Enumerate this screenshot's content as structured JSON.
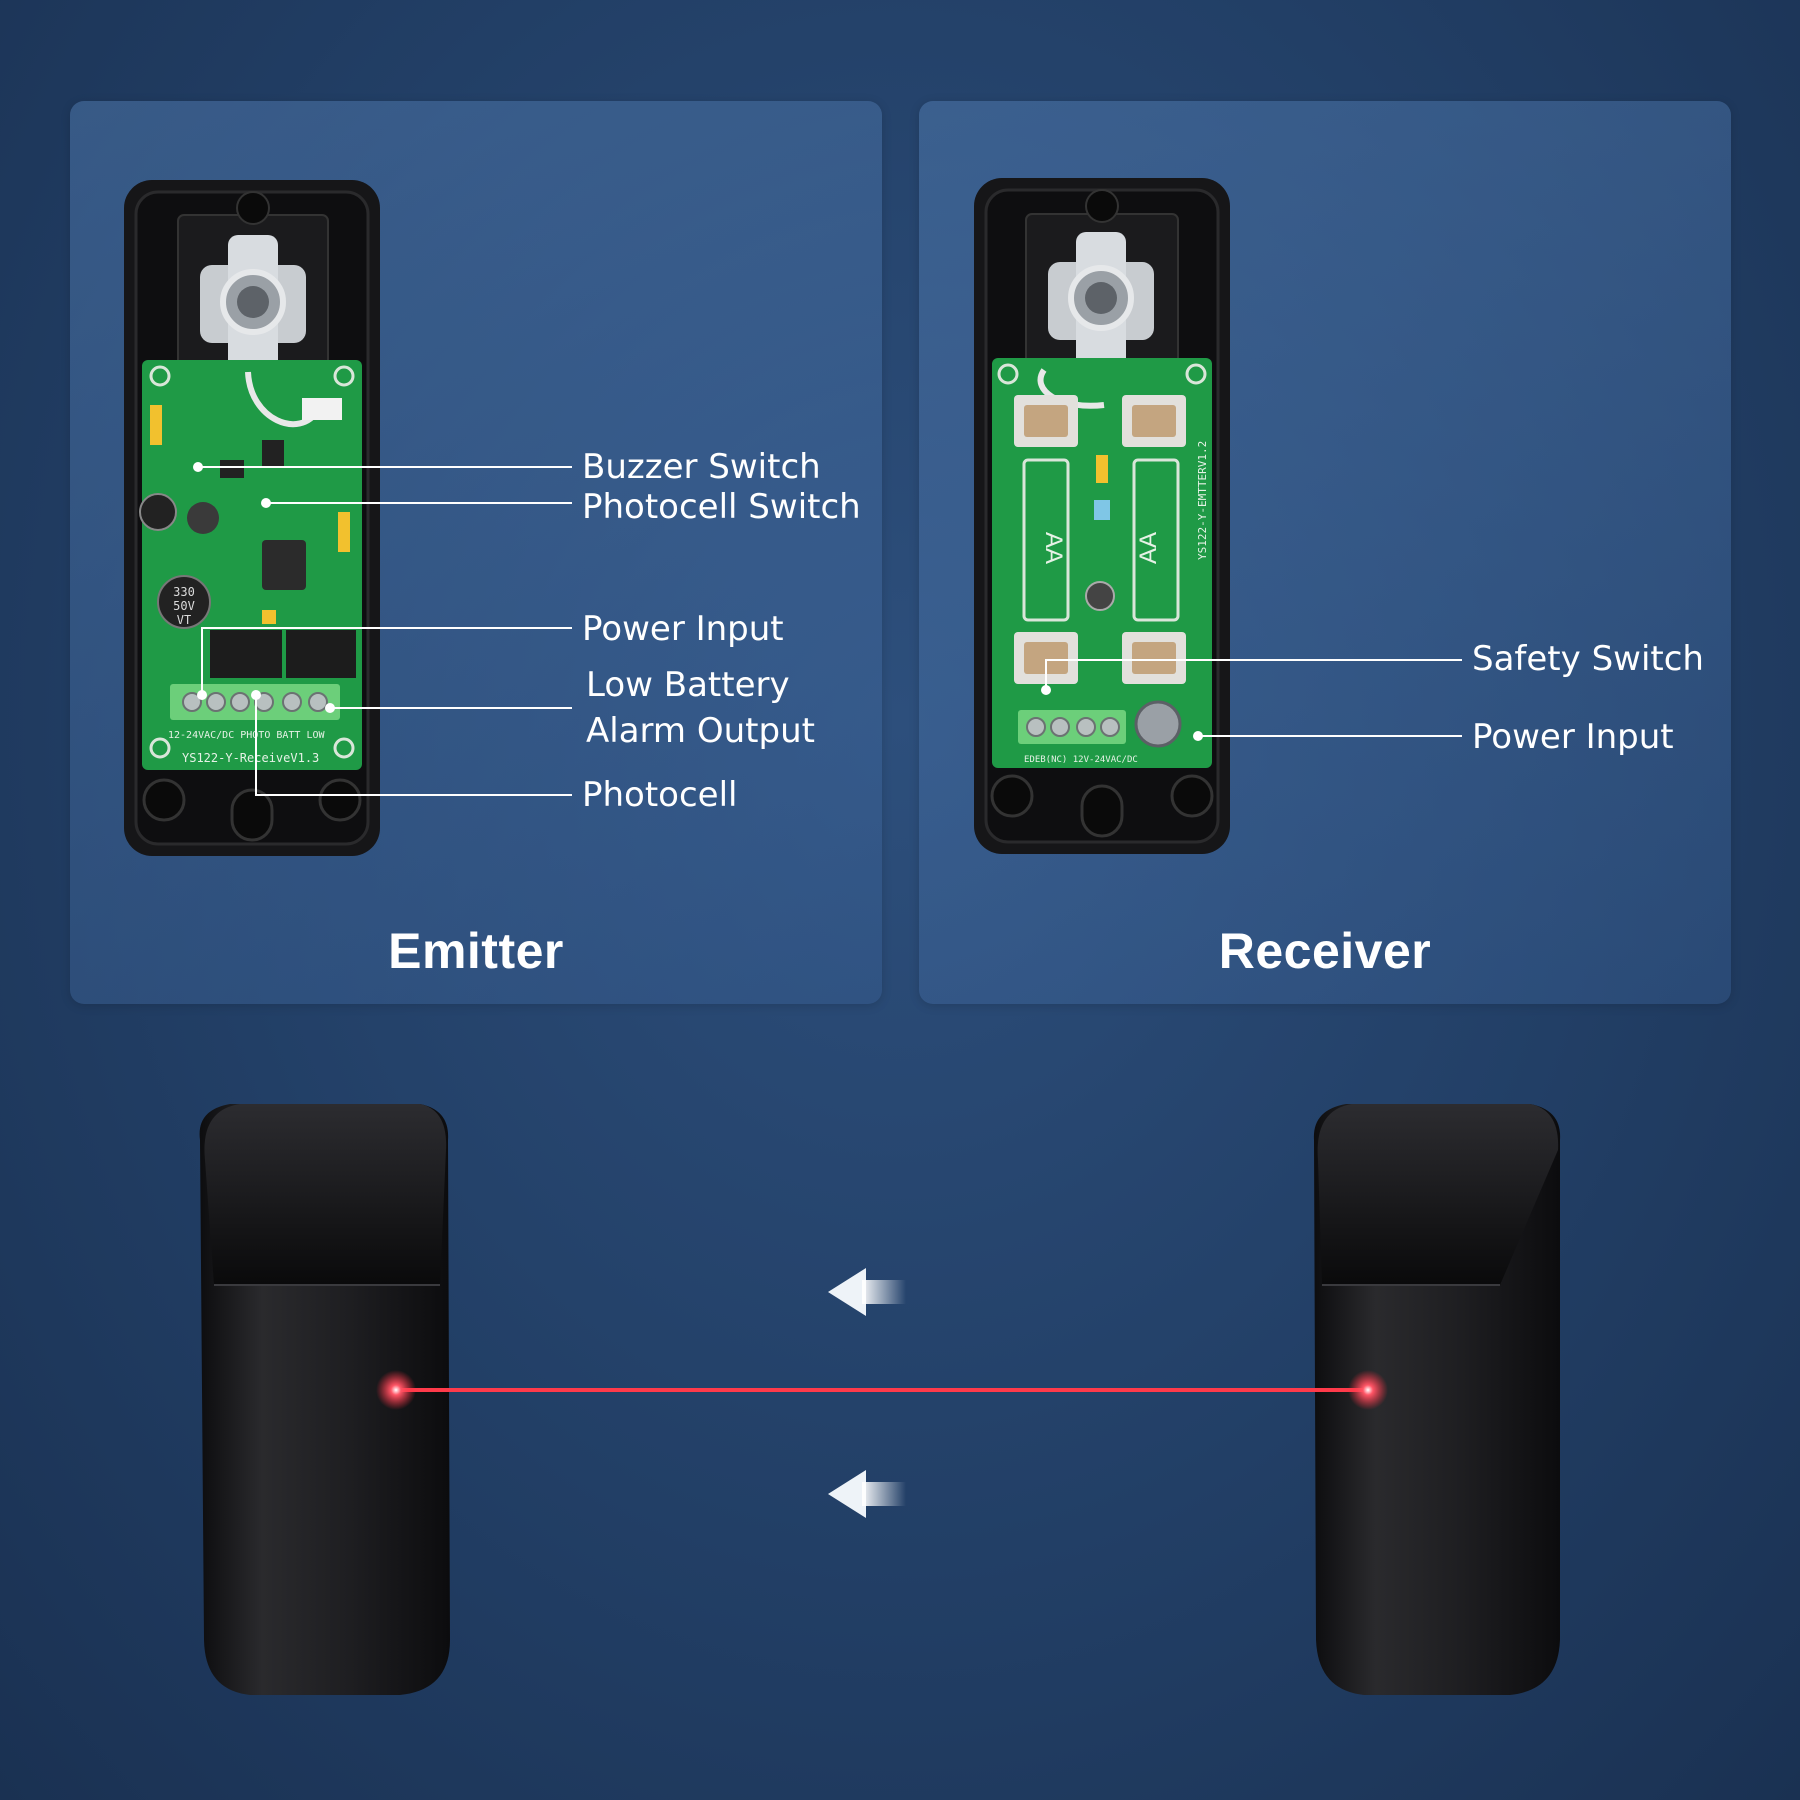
{
  "emitter": {
    "title": "Emitter",
    "callouts": {
      "buzzer_switch": "Buzzer Switch",
      "photocell_switch": "Photocell Switch",
      "power_input": "Power Input",
      "low_battery_line1": "Low Battery",
      "low_battery_line2": "Alarm Output",
      "photocell": "Photocell"
    },
    "board_text": {
      "cap_label": "330\n50V\nVT",
      "terminal_label": "12-24VAC/DC   PHOTO   BATT LOW",
      "model": "YS122-Y-ReceiveV1.3"
    }
  },
  "receiver": {
    "title": "Receiver",
    "callouts": {
      "safety_switch": "Safety Switch",
      "power_input": "Power Input"
    },
    "board_text": {
      "battery_label": "AA",
      "model": "YS122-Y-EMTTERV1.2",
      "terminal_label": "EDEB(NC)  12V-24VAC/DC"
    }
  },
  "colors": {
    "background": "#223f66",
    "pcb": "#1f9a46",
    "terminal": "#6ccf7a",
    "laser": "#ff2a3c",
    "housing": "#1a1a1c"
  }
}
